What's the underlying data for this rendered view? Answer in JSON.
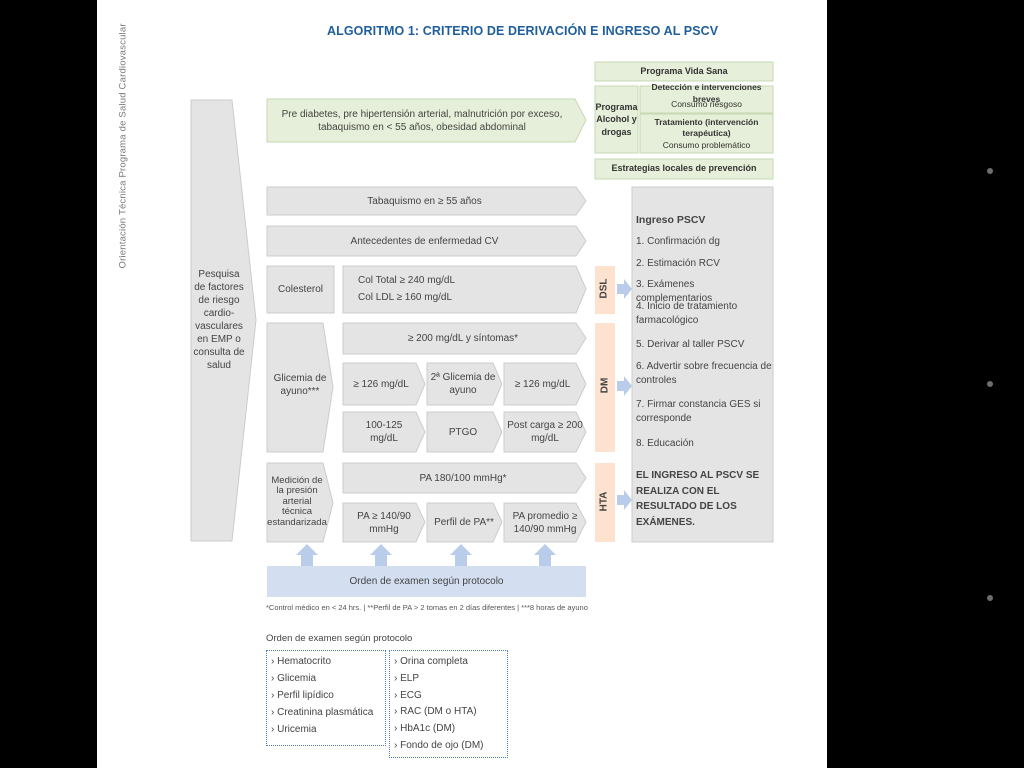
{
  "side_text": "Orientación Técnica Programa de Salud Cardiovascular",
  "title": "ALGORITMO 1: CRITERIO DE DERIVACIÓN E INGRESO AL PSCV",
  "left_block": "Pesquisa de factores de riesgo cardio-vasculares en EMP o consulta de salud",
  "risk_factors": "Pre diabetes, pre hipertensión arterial, malnutrición por exceso, tabaquismo en < 55 años, obesidad abdominal",
  "vida_sana": {
    "programa_vida_sana": "Programa Vida Sana",
    "programa_alcohol": "Programa Alcohol y drogas",
    "deteccion": "Detección e intervenciones breves",
    "deteccion_sub": "Consumo riesgoso",
    "tratamiento": "Tratamiento (intervención terapéutica)",
    "tratamiento_sub": "Consumo problemático",
    "estrategias": "Estrategias locales de prevención"
  },
  "rows": {
    "tabaquismo": "Tabaquismo en ≥ 55 años",
    "antecedentes": "Antecedentes de enfermedad CV",
    "colesterol": "Colesterol",
    "col_total": "Col Total ≥ 240 mg/dL",
    "col_ldl": "Col LDL ≥ 160 mg/dL",
    "glicemia": "Glicemia de ayuno***",
    "g_200": "≥ 200 mg/dL y síntomas*",
    "g_126a": "≥ 126 mg/dL",
    "g_2a": "2ª Glicemia de ayuno",
    "g_126b": "≥ 126 mg/dL",
    "g_100": "100-125 mg/dL",
    "g_ptgo": "PTGO",
    "g_post": "Post carga ≥ 200 mg/dL",
    "medicion": "Medición de la presión arterial técnica estandarizada",
    "pa_180": "PA 180/100 mmHg*",
    "pa_140": "PA ≥ 140/90 mmHg",
    "perfil": "Perfil de PA**",
    "pa_prom": "PA promedio ≥ 140/90 mmHg",
    "orden": "Orden de examen según protocolo"
  },
  "bands": {
    "dsl": "DSL",
    "dm": "DM",
    "hta": "HTA"
  },
  "ingreso": {
    "title": "Ingreso PSCV",
    "items": [
      "1. Confirmación dg",
      "2. Estimación RCV",
      "3. Exámenes complementarios",
      "4. Inicio de tratamiento farmacológico",
      "5. Derivar al taller PSCV",
      "6. Advertir sobre frecuencia de controles",
      "7. Firmar constancia GES si corresponde",
      "8. Educación"
    ],
    "note": "EL INGRESO AL PSCV SE REALIZA CON EL RESULTADO DE LOS EXÁMENES."
  },
  "footnote": "*Control médico en < 24 hrs. | **Perfil de PA > 2 tomas en 2 días diferentes | ***8 horas de ayuno",
  "order_list": {
    "title": "Orden de examen según protocolo",
    "left": [
      "Hematocrito",
      "Glicemia",
      "Perfil lipídico",
      "Creatinina plasmática",
      "Uricemia"
    ],
    "right": [
      "Orina completa",
      "ELP",
      "ECG",
      "RAC (DM o HTA)",
      "HbA1c (DM)",
      "Fondo de ojo (DM)"
    ]
  },
  "colors": {
    "gray_fill": "#e4e4e4",
    "green_fill": "#e6efd9",
    "peach": "#fde3cf",
    "blue_arrow": "#b9cdea",
    "title_blue": "#1f5e9c"
  }
}
